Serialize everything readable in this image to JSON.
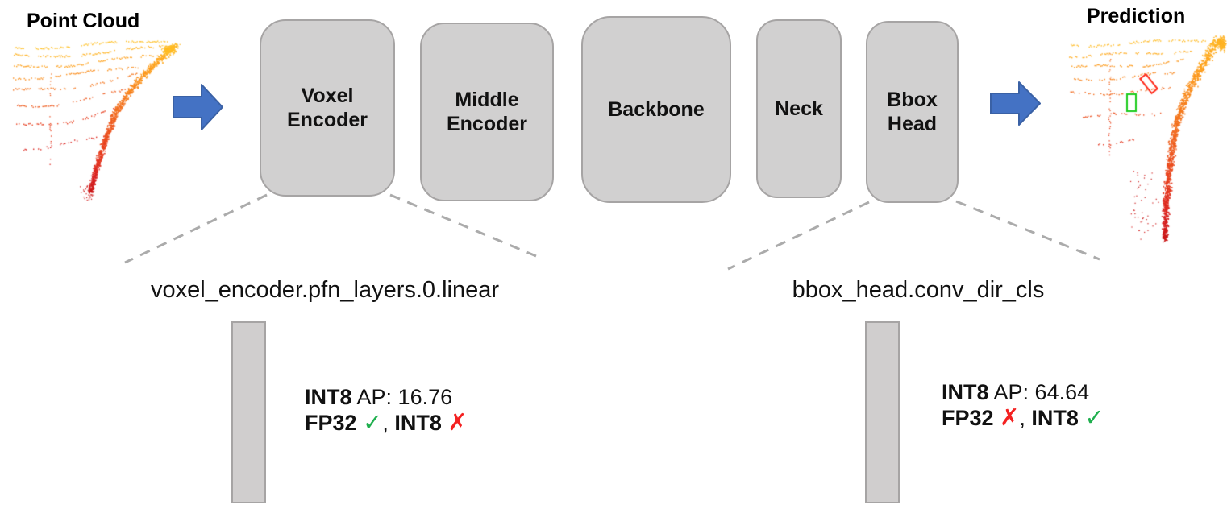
{
  "titles": {
    "point_cloud": "Point Cloud",
    "prediction": "Prediction"
  },
  "pipeline": {
    "boxes": [
      {
        "label": "Voxel Encoder"
      },
      {
        "label": "Middle Encoder"
      },
      {
        "label": "Backbone"
      },
      {
        "label": "Neck"
      },
      {
        "label": "Bbox Head"
      }
    ]
  },
  "annotations": {
    "left": {
      "layer_name": "voxel_encoder.pfn_layers.0.linear",
      "ap_prefix": "INT8",
      "ap_rest": " AP: 16.76",
      "seg1_label": "FP32 ",
      "seg1_mark": "✓",
      "seg1_status": "pass",
      "separator": ", ",
      "seg2_label": "INT8 ",
      "seg2_mark": "✗",
      "seg2_status": "fail"
    },
    "right": {
      "layer_name": "bbox_head.conv_dir_cls",
      "ap_prefix": "INT8",
      "ap_rest": " AP: 64.64",
      "seg1_label": "FP32 ",
      "seg1_mark": "✗",
      "seg1_status": "fail",
      "separator": ", ",
      "seg2_label": "INT8 ",
      "seg2_mark": "✓",
      "seg2_status": "pass"
    }
  },
  "icons": {
    "input_arrow": "right-arrow",
    "output_arrow": "right-arrow"
  },
  "colors": {
    "background": "#FFFFFF",
    "text": "#111111",
    "box_fill": "#D1D0D0",
    "box_border": "#A6A4A4",
    "bar_fill": "#D0CECE",
    "bar_border": "#A6A4A4",
    "arrow_fill": "#4472C4",
    "arrow_border": "#3A61A5",
    "dash_line": "#ABABAB",
    "check_green": "#1FAF4E",
    "cross_red": "#F42121"
  },
  "point_cloud_palette": [
    "#FFC226",
    "#FFA81E",
    "#F8871C",
    "#F0661F",
    "#E8411E",
    "#D92020",
    "#C21616"
  ],
  "prediction_overlays": {
    "red_box_color": "#FF2A1A",
    "green_box_color": "#1ECB1E"
  }
}
